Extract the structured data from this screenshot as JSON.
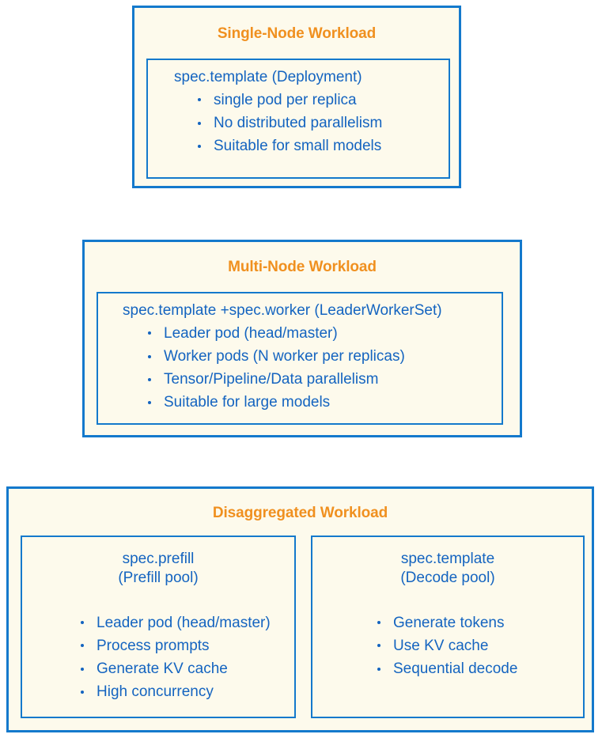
{
  "colors": {
    "border_blue": "#1479cc",
    "text_blue": "#1464c0",
    "title_orange": "#f0901f",
    "card_background": "#fdfaec",
    "page_background": "#ffffff"
  },
  "cards": [
    {
      "title": "Single-Node Workload",
      "panel": {
        "heading": "spec.template (Deployment)",
        "bullets": [
          "single pod per replica",
          "No distributed parallelism",
          "Suitable for small models"
        ]
      }
    },
    {
      "title": "Multi-Node Workload",
      "panel": {
        "heading": "spec.template +spec.worker (LeaderWorkerSet)",
        "bullets": [
          "Leader pod (head/master)",
          "Worker pods (N worker per replicas)",
          "Tensor/Pipeline/Data parallelism",
          "Suitable for large models"
        ]
      }
    },
    {
      "title": "Disaggregated Workload",
      "pools": [
        {
          "heading_line1": "spec.prefill",
          "heading_line2": "(Prefill pool)",
          "bullets": [
            "Leader pod (head/master)",
            "Process prompts",
            "Generate KV cache",
            "High concurrency"
          ]
        },
        {
          "heading_line1": "spec.template",
          "heading_line2": "(Decode pool)",
          "bullets": [
            "Generate tokens",
            "Use KV cache",
            "Sequential decode"
          ]
        }
      ]
    }
  ]
}
